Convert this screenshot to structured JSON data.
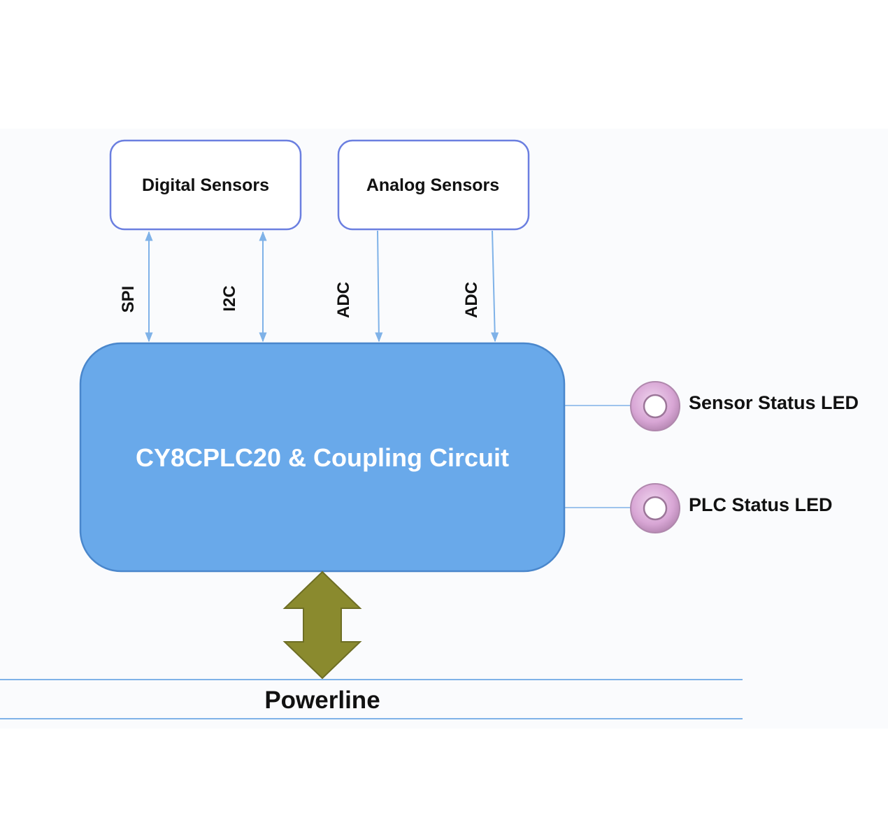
{
  "diagram": {
    "sensors": {
      "digital": "Digital Sensors",
      "analog": "Analog Sensors"
    },
    "buses": {
      "spi": "SPI",
      "i2c": "I2C",
      "adc_1": "ADC",
      "adc_2": "ADC"
    },
    "main_block": "CY8CPLC20 & Coupling Circuit",
    "leds": {
      "sensor_status": "Sensor Status LED",
      "plc_status": "PLC Status LED"
    },
    "powerline": "Powerline"
  },
  "colors": {
    "main_block_fill": "#69a9ea",
    "main_block_stroke": "#4a87cc",
    "sensor_box_stroke": "#6b7fe0",
    "connector_line": "#7fb2e8",
    "led_ring": "#d9a8d6",
    "arrow_fill": "#8a8a2e",
    "powerline_line": "#7fb2e8"
  }
}
